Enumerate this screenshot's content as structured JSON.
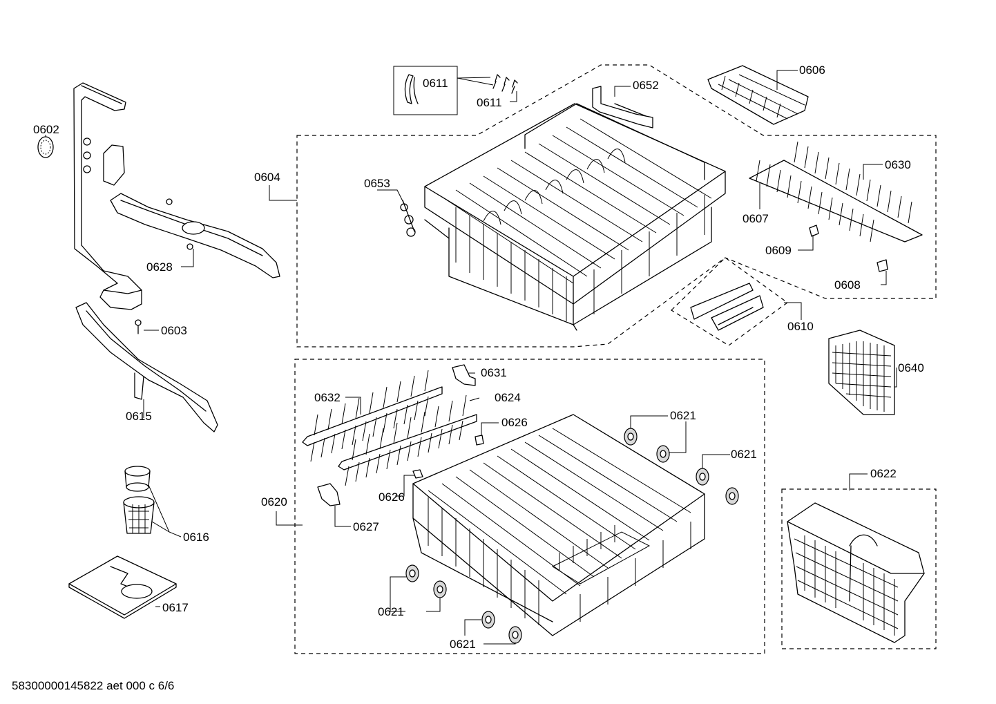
{
  "labels": {
    "p0602": "0602",
    "p0603": "0603",
    "p0604": "0604",
    "p0606": "0606",
    "p0607": "0607",
    "p0608": "0608",
    "p0609": "0609",
    "p0610": "0610",
    "p0611a": "0611",
    "p0611b": "0611",
    "p0615": "0615",
    "p0616": "0616",
    "p0617": "0617",
    "p0620": "0620",
    "p0621a": "0621",
    "p0621b": "0621",
    "p0621c": "0621",
    "p0621d": "0621",
    "p0622": "0622",
    "p0624": "0624",
    "p0626a": "0626",
    "p0626b": "0626",
    "p0627": "0627",
    "p0628": "0628",
    "p0630": "0630",
    "p0631": "0631",
    "p0632": "0632",
    "p0640": "0640",
    "p0652": "0652",
    "p0653": "0653"
  },
  "footer": {
    "drawing_id": "58300000145822 aet 000 c 6/6"
  }
}
